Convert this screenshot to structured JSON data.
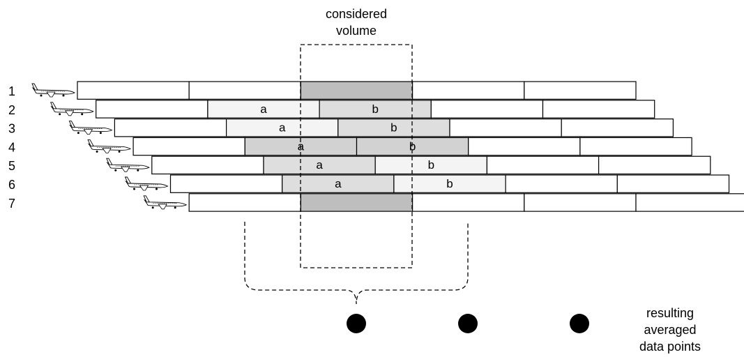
{
  "title": {
    "line1": "considered",
    "line2": "volume"
  },
  "result_label": {
    "line1": "resulting",
    "line2": "averaged",
    "line3": "data points"
  },
  "flights": [
    {
      "label": "1",
      "cells": [
        {
          "shade": "white",
          "text": ""
        },
        {
          "shade": "white",
          "text": ""
        },
        {
          "shade": "dark",
          "text": ""
        },
        {
          "shade": "white",
          "text": ""
        },
        {
          "shade": "white",
          "text": ""
        }
      ]
    },
    {
      "label": "2",
      "cells": [
        {
          "shade": "white",
          "text": ""
        },
        {
          "shade": "light",
          "text": "a"
        },
        {
          "shade": "medium",
          "text": "b"
        },
        {
          "shade": "white",
          "text": ""
        },
        {
          "shade": "white",
          "text": ""
        }
      ]
    },
    {
      "label": "3",
      "cells": [
        {
          "shade": "white",
          "text": ""
        },
        {
          "shade": "light",
          "text": "a"
        },
        {
          "shade": "medium",
          "text": "b"
        },
        {
          "shade": "white",
          "text": ""
        },
        {
          "shade": "white",
          "text": ""
        }
      ]
    },
    {
      "label": "4",
      "cells": [
        {
          "shade": "white",
          "text": ""
        },
        {
          "shade": "mediumdark",
          "text": "a"
        },
        {
          "shade": "mediumdark",
          "text": "b"
        },
        {
          "shade": "white",
          "text": ""
        },
        {
          "shade": "white",
          "text": ""
        }
      ]
    },
    {
      "label": "5",
      "cells": [
        {
          "shade": "white",
          "text": ""
        },
        {
          "shade": "medium",
          "text": "a"
        },
        {
          "shade": "light",
          "text": "b"
        },
        {
          "shade": "white",
          "text": ""
        },
        {
          "shade": "white",
          "text": ""
        }
      ]
    },
    {
      "label": "6",
      "cells": [
        {
          "shade": "white",
          "text": ""
        },
        {
          "shade": "medium",
          "text": "a"
        },
        {
          "shade": "light",
          "text": "b"
        },
        {
          "shade": "white",
          "text": ""
        },
        {
          "shade": "white",
          "text": ""
        }
      ]
    },
    {
      "label": "7",
      "cells": [
        {
          "shade": "white",
          "text": ""
        },
        {
          "shade": "dark",
          "text": ""
        },
        {
          "shade": "white",
          "text": ""
        },
        {
          "shade": "white",
          "text": ""
        },
        {
          "shade": "white",
          "text": ""
        }
      ]
    }
  ],
  "data_points": 3,
  "colors": {
    "white": "#ffffff",
    "light": "#f4f4f4",
    "medium": "#dedede",
    "mediumdark": "#d2d2d2",
    "dark": "#bebebe",
    "stroke": "#000000",
    "dot": "#000000"
  },
  "icons": {
    "aircraft": "airplane-icon"
  }
}
